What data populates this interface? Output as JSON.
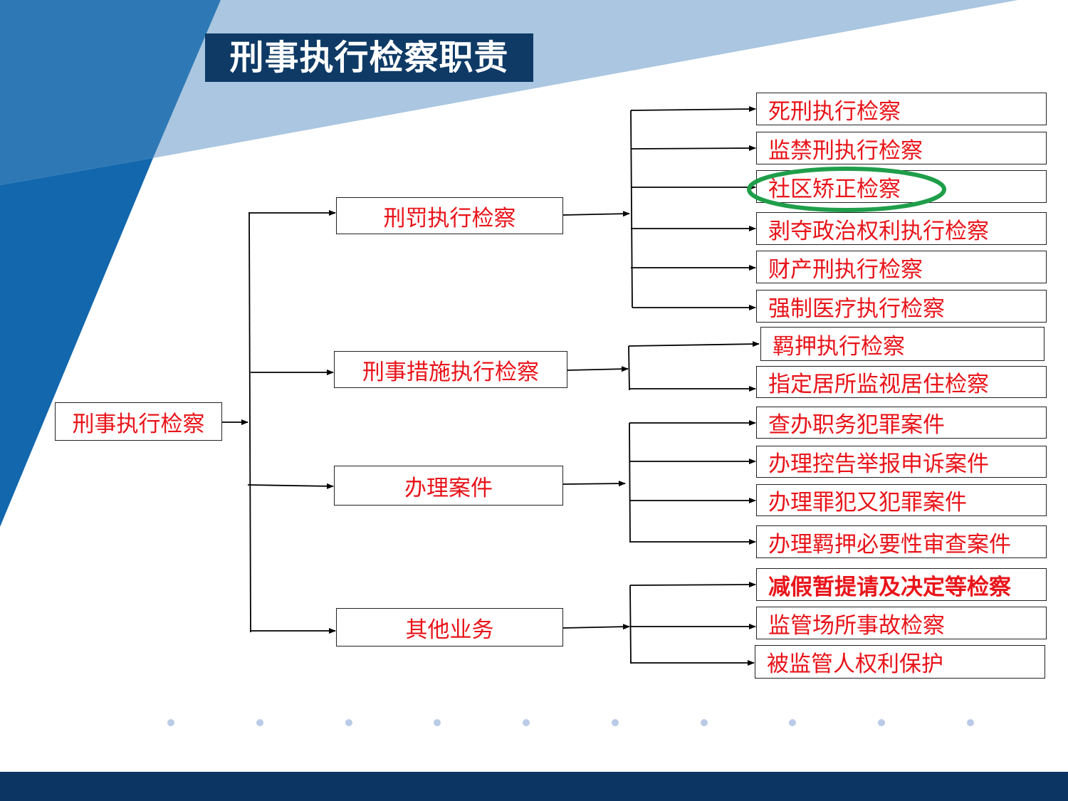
{
  "title": "刑事执行检察职责",
  "root": "刑事执行检察",
  "branches": [
    {
      "label": "刑罚执行检察",
      "leaves": [
        "死刑执行检察",
        "监禁刑执行检察",
        "社区矫正检察",
        "剥夺政治权利执行检察",
        "财产刑执行检察",
        "强制医疗执行检察"
      ]
    },
    {
      "label": "刑事措施执行检察",
      "leaves": [
        "羁押执行检察",
        "指定居所监视居住检察"
      ]
    },
    {
      "label": "办理案件",
      "leaves": [
        "查办职务犯罪案件",
        "办理控告举报申诉案件",
        "办理罪犯又犯罪案件",
        "办理羁押必要性审查案件"
      ]
    },
    {
      "label": "其他业务",
      "leaves": [
        "减假暂提请及决定等检察",
        "监管场所事故检察",
        "被监管人权利保护"
      ]
    }
  ],
  "highlighted_leaf": "社区矫正检察",
  "colors": {
    "node_text": "#e8141a",
    "title_bg": "#0f3a66",
    "highlight_ring": "#1f9e4a",
    "footer": "#0d3563"
  }
}
